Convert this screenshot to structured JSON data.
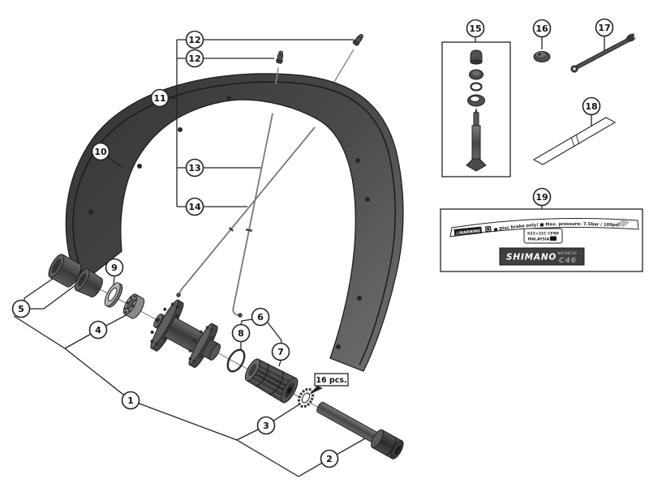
{
  "callouts": {
    "c1": "1",
    "c2": "2",
    "c3": "3",
    "c4": "4",
    "c5": "5",
    "c6": "6",
    "c7": "7",
    "c8": "8",
    "c9": "9",
    "c10": "10",
    "c11": "11",
    "c12": "12",
    "c13": "13",
    "c14": "14",
    "c15": "15",
    "c16": "16",
    "c17": "17",
    "c18": "18",
    "c19": "19"
  },
  "labels": {
    "qty": "16 pcs."
  },
  "sticker": {
    "warning_badge": "⚠WARNING",
    "notice": "■ Disc brake only!  ■ Max. pressure: 7.5bar / 109psi",
    "size": "622×21C CFRP",
    "origin": "MALAYSIA",
    "brand": "SHIMANO",
    "model": "WH-R8710",
    "series": "C46"
  }
}
